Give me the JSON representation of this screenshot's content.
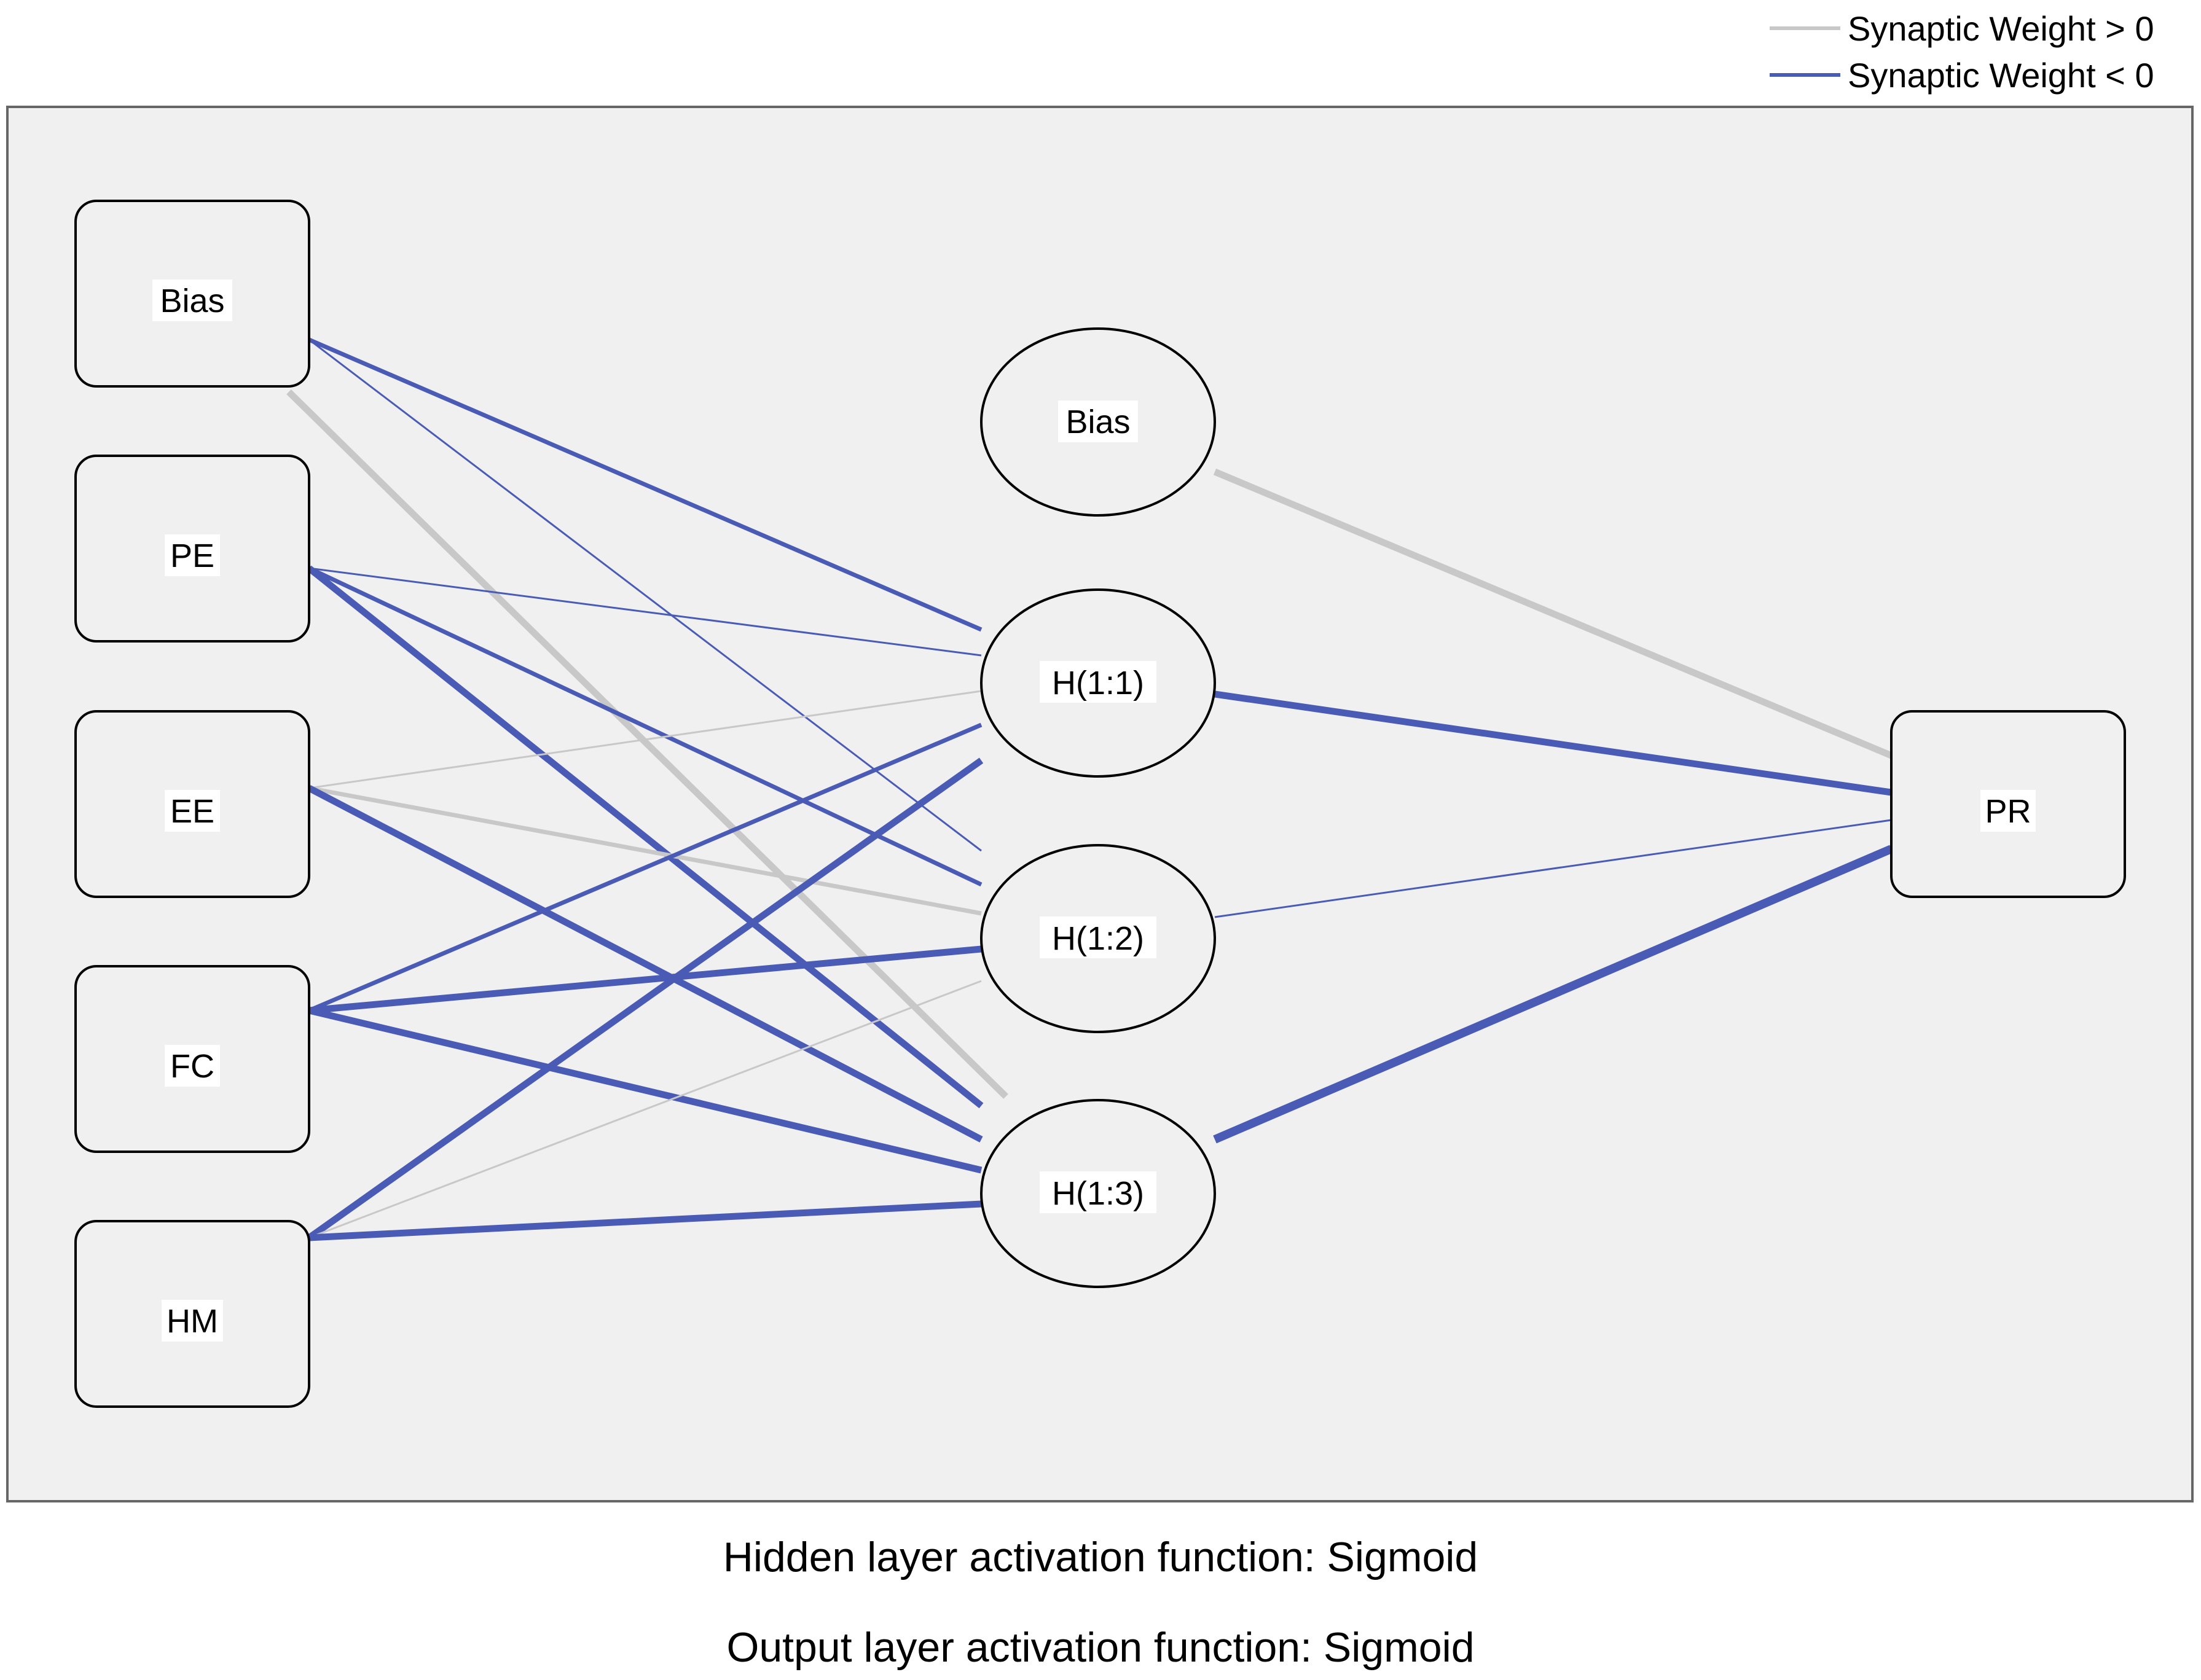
{
  "legend": {
    "positive_label": "Synaptic Weight > 0",
    "negative_label": "Synaptic Weight < 0",
    "positive_color": "#c8c8c8",
    "negative_color": "#4a5bb5"
  },
  "colors": {
    "panel_bg": "#f0f0f0",
    "node_fill": "#f0f0f0",
    "node_stroke": "#000000"
  },
  "nodes": {
    "input_bias": "Bias",
    "input_pe": "PE",
    "input_ee": "EE",
    "input_fc": "FC",
    "input_hm": "HM",
    "hidden_bias": "Bias",
    "hidden_h1": "H(1:1)",
    "hidden_h2": "H(1:2)",
    "hidden_h3": "H(1:3)",
    "output_pr": "PR"
  },
  "connections": [
    {
      "from": "input_bias",
      "to": "hidden_h1",
      "sign": "negative",
      "strength": "medium"
    },
    {
      "from": "input_bias",
      "to": "hidden_h2",
      "sign": "negative",
      "strength": "thin"
    },
    {
      "from": "input_bias",
      "to": "hidden_h3",
      "sign": "positive",
      "strength": "thick"
    },
    {
      "from": "input_pe",
      "to": "hidden_h1",
      "sign": "negative",
      "strength": "thin"
    },
    {
      "from": "input_pe",
      "to": "hidden_h2",
      "sign": "negative",
      "strength": "medium"
    },
    {
      "from": "input_pe",
      "to": "hidden_h3",
      "sign": "negative",
      "strength": "thick"
    },
    {
      "from": "input_ee",
      "to": "hidden_h1",
      "sign": "positive",
      "strength": "thin"
    },
    {
      "from": "input_ee",
      "to": "hidden_h2",
      "sign": "positive",
      "strength": "medium"
    },
    {
      "from": "input_ee",
      "to": "hidden_h3",
      "sign": "negative",
      "strength": "thick"
    },
    {
      "from": "input_fc",
      "to": "hidden_h1",
      "sign": "negative",
      "strength": "medium"
    },
    {
      "from": "input_fc",
      "to": "hidden_h2",
      "sign": "negative",
      "strength": "thick"
    },
    {
      "from": "input_fc",
      "to": "hidden_h3",
      "sign": "negative",
      "strength": "thick"
    },
    {
      "from": "input_hm",
      "to": "hidden_h1",
      "sign": "negative",
      "strength": "thick"
    },
    {
      "from": "input_hm",
      "to": "hidden_h2",
      "sign": "positive",
      "strength": "thin"
    },
    {
      "from": "input_hm",
      "to": "hidden_h3",
      "sign": "negative",
      "strength": "thick"
    },
    {
      "from": "hidden_bias",
      "to": "output_pr",
      "sign": "positive",
      "strength": "thick"
    },
    {
      "from": "hidden_h1",
      "to": "output_pr",
      "sign": "negative",
      "strength": "thick"
    },
    {
      "from": "hidden_h2",
      "to": "output_pr",
      "sign": "negative",
      "strength": "thin"
    },
    {
      "from": "hidden_h3",
      "to": "output_pr",
      "sign": "negative",
      "strength": "xthick"
    }
  ],
  "footnotes": {
    "hidden_activation": "Hidden layer activation function: Sigmoid",
    "output_activation": "Output layer activation function: Sigmoid"
  }
}
